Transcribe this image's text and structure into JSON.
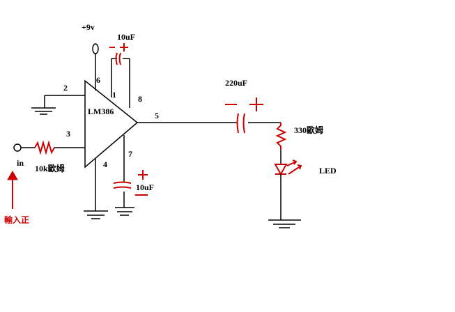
{
  "labels": {
    "supply": "+9v",
    "cap_gain": "10uF",
    "cap_gain_minus": "-",
    "cap_gain_plus": "+",
    "pin6": "6",
    "pin1": "1",
    "pin8": "8",
    "pin2": "2",
    "pin3": "3",
    "pin4": "4",
    "pin7": "7",
    "pin5": "5",
    "ic": "LM386",
    "cap_out": "220uF",
    "cap_out_minus": "−",
    "cap_out_plus": "+",
    "resistor_out": "330歐姆",
    "led": "LED",
    "cap_bypass": "10uF",
    "cap_bypass_plus": "+",
    "resistor_in": "10k歐姆",
    "input": "in",
    "input_note": "輸入正"
  },
  "colors": {
    "wire": "#000000",
    "component": "#cc0000"
  }
}
